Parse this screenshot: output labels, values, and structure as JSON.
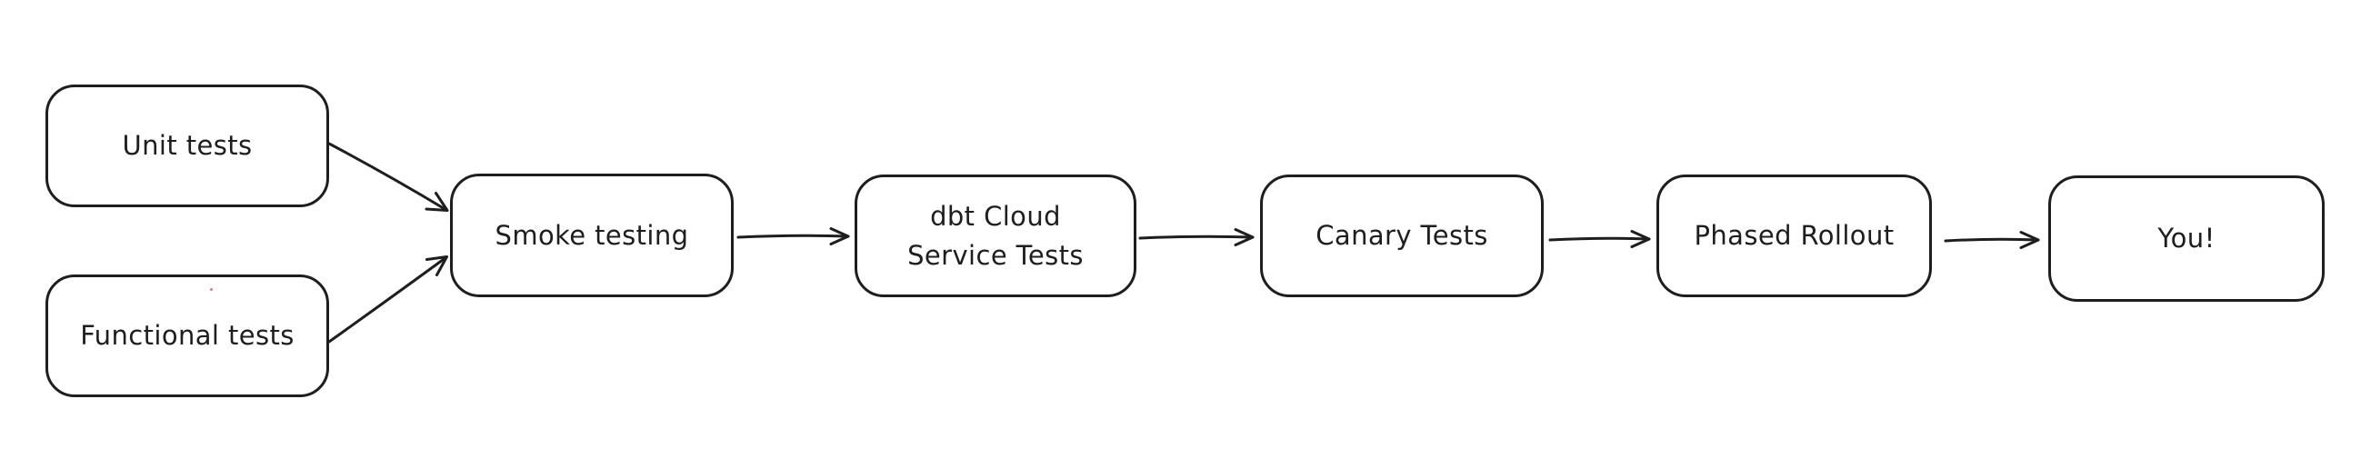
{
  "diagram": {
    "style": {
      "stroke_color": "#1e1e1e",
      "background_color": "#ffffff",
      "artifact_dot_color": "#e07a6a"
    },
    "nodes": [
      {
        "id": "unit-tests",
        "label": "Unit tests"
      },
      {
        "id": "functional-tests",
        "label": "Functional tests"
      },
      {
        "id": "smoke-testing",
        "label": "Smoke testing"
      },
      {
        "id": "dbt-cloud-service-tests",
        "label": "dbt Cloud\nService Tests"
      },
      {
        "id": "canary-tests",
        "label": "Canary Tests"
      },
      {
        "id": "phased-rollout",
        "label": "Phased Rollout"
      },
      {
        "id": "you",
        "label": "You!"
      }
    ],
    "edges": [
      {
        "from": "unit-tests",
        "to": "smoke-testing"
      },
      {
        "from": "functional-tests",
        "to": "smoke-testing"
      },
      {
        "from": "smoke-testing",
        "to": "dbt-cloud-service-tests"
      },
      {
        "from": "dbt-cloud-service-tests",
        "to": "canary-tests"
      },
      {
        "from": "canary-tests",
        "to": "phased-rollout"
      },
      {
        "from": "phased-rollout",
        "to": "you"
      }
    ]
  }
}
